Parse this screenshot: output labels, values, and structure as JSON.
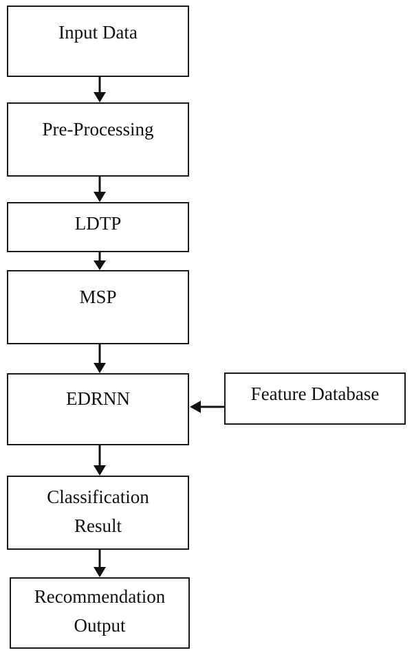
{
  "flowchart": {
    "nodes": {
      "input_data": "Input Data",
      "pre_processing": "Pre-Processing",
      "ldtp": "LDTP",
      "msp": "MSP",
      "edrnn": "EDRNN",
      "feature_database": "Feature Database",
      "classification_result": [
        "Classification",
        "Result"
      ],
      "recommendation_output": [
        "Recommendation",
        "Output"
      ]
    },
    "edges": [
      {
        "from": "Input Data",
        "to": "Pre-Processing"
      },
      {
        "from": "Pre-Processing",
        "to": "LDTP"
      },
      {
        "from": "LDTP",
        "to": "MSP"
      },
      {
        "from": "MSP",
        "to": "EDRNN"
      },
      {
        "from": "Feature Database",
        "to": "EDRNN"
      },
      {
        "from": "EDRNN",
        "to": "Classification Result"
      },
      {
        "from": "Classification Result",
        "to": "Recommendation Output"
      }
    ]
  }
}
